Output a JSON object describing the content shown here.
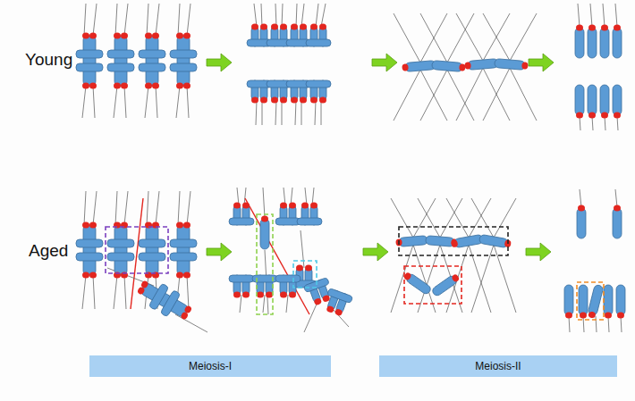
{
  "diagram": {
    "nodes": [
      {
        "text": [
          "Meiosis-I"
        ]
      },
      {
        "text": [
          "Meiosis-II"
        ]
      }
    ],
    "labels": [
      "Young",
      "Aged"
    ]
  }
}
